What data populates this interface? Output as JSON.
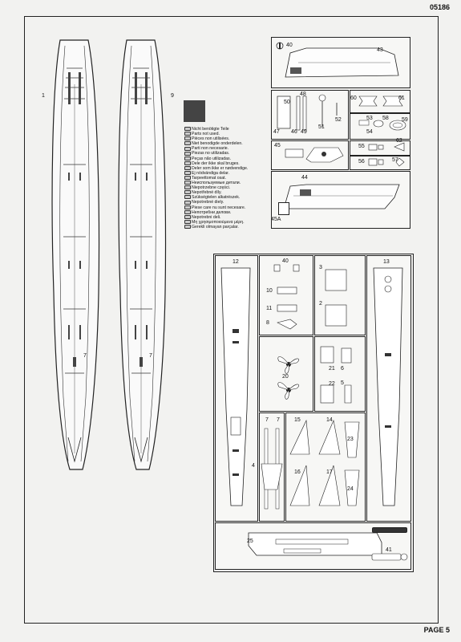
{
  "header": {
    "code": "05186"
  },
  "footer": {
    "page": "PAGE 5"
  },
  "hull": {
    "left_label": "1",
    "right_label": "9",
    "marker_left": "7",
    "marker_right": "7"
  },
  "legend": [
    "Nicht benötigte Teile",
    "Parts not used.",
    "Pièces non utilisées.",
    "Niet benodigde onderdelen.",
    "Parti non necesarie.",
    "Piezas no utilizadas.",
    "Peças não utilizadas.",
    "Dele der ikke skal bruges.",
    "Deler som ikke er nødvendige.",
    "Ej nödvändiga delar.",
    "Tarpeettomat osat.",
    "Неиспользуемые детали.",
    "Niepotrzebne części.",
    "Nepotřebné díly.",
    "Szükségtelen alkatrészek.",
    "Nepotrebné diely.",
    "Piese care nu sunt necesare.",
    "Непотребни делови.",
    "Nepotrebni deli.",
    "Μη χρησιμοποιούμενα μέρη.",
    "Gerekli olmayan parçalar."
  ],
  "sprue_top": {
    "labels": [
      "40",
      "43",
      "48",
      "50",
      "52",
      "60",
      "61",
      "51",
      "47",
      "46",
      "49",
      "53",
      "58",
      "59",
      "54",
      "45",
      "55",
      "62",
      "56",
      "57",
      "44",
      "45A"
    ]
  },
  "sprue_main": {
    "labels": [
      "12",
      "40",
      "3",
      "13",
      "10",
      "11",
      "2",
      "8",
      "20",
      "21",
      "6",
      "22",
      "5",
      "7",
      "7",
      "15",
      "14",
      "23",
      "4",
      "16",
      "17",
      "24",
      "25",
      "41"
    ]
  }
}
